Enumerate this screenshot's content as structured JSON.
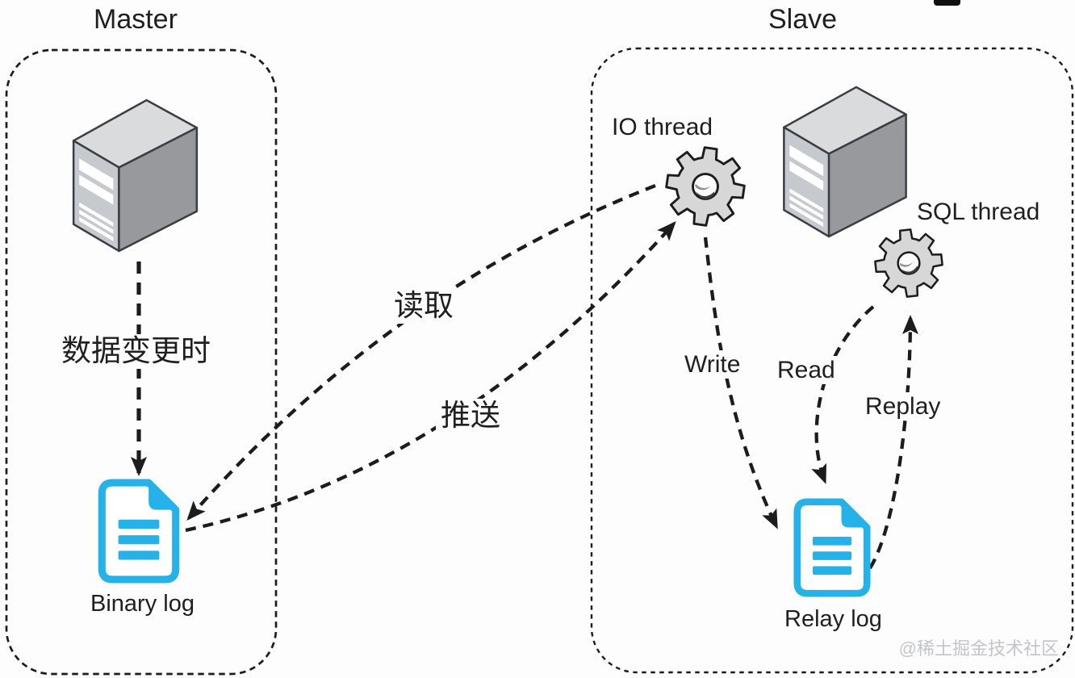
{
  "colors": {
    "background": "#fdfdfe",
    "line": "#1c1c1c",
    "text": "#1f1f1f",
    "doc_accent": "#25b2e9",
    "gear_fill": "#d7d7d7",
    "server_front": "#c6c9cd",
    "server_side": "#97999d",
    "server_top": "#d9dbdd",
    "watermark": "#c2c5cb"
  },
  "master": {
    "title": "Master",
    "trigger_label": "数据变更时",
    "log_label": "Binary log"
  },
  "slave": {
    "title": "Slave",
    "io_thread_label": "IO thread",
    "sql_thread_label": "SQL thread",
    "write_label": "Write",
    "read_label": "Read",
    "replay_label": "Replay",
    "log_label": "Relay log"
  },
  "flows": {
    "read_label": "读取",
    "push_label": "推送"
  },
  "icons": {
    "master_server": "server-tower-icon",
    "slave_server": "server-tower-icon",
    "io_thread": "gear-icon",
    "sql_thread": "gear-icon",
    "binary_log": "document-icon",
    "relay_log": "document-icon"
  },
  "watermark": "@稀土掘金技术社区"
}
